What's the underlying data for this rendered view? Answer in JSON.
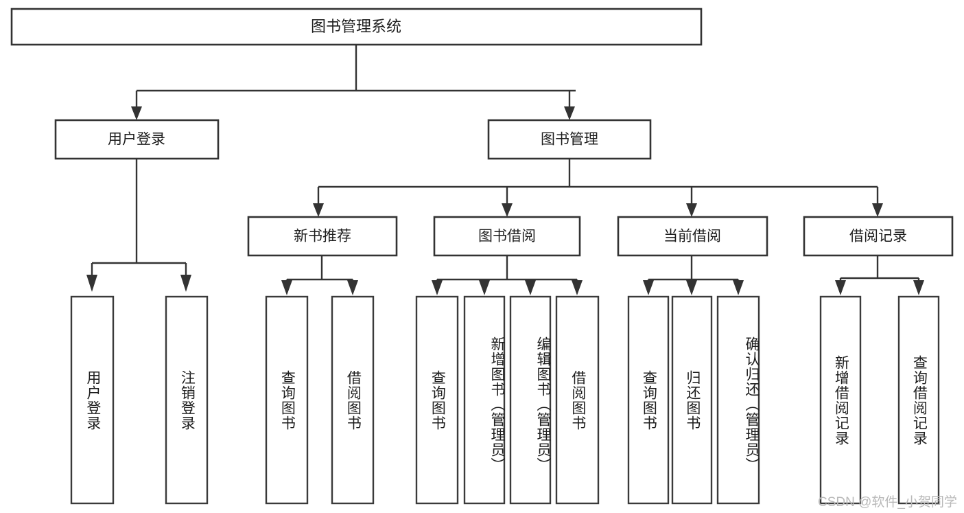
{
  "diagram": {
    "title": "图书管理系统",
    "watermark": "CSDN @软件_小贺同学",
    "type": "tree-hierarchy-diagram",
    "colors": {
      "background": "#ffffff",
      "box_border": "#333333",
      "box_fill": "#ffffff",
      "text": "#1d1d1d",
      "connector": "#333333",
      "watermark": "#b9b9b9"
    },
    "root": {
      "label": "图书管理系统"
    },
    "level1": [
      {
        "label": "用户登录"
      },
      {
        "label": "图书管理"
      }
    ],
    "level2": [
      {
        "label": "新书推荐"
      },
      {
        "label": "图书借阅"
      },
      {
        "label": "当前借阅"
      },
      {
        "label": "借阅记录"
      }
    ],
    "leaves": {
      "user_login": [
        {
          "label": "用户登录"
        },
        {
          "label": "注销登录"
        }
      ],
      "new_book_recommend": [
        {
          "label": "查询图书"
        },
        {
          "label": "借阅图书"
        }
      ],
      "book_borrow": [
        {
          "label": "查询图书"
        },
        {
          "label": "新增图书（管理员）"
        },
        {
          "label": "编辑图书（管理员）"
        },
        {
          "label": "借阅图书"
        }
      ],
      "current_borrow": [
        {
          "label": "查询图书"
        },
        {
          "label": "归还图书"
        },
        {
          "label": "确认归还（管理员）"
        }
      ],
      "borrow_record": [
        {
          "label": "新增借阅记录"
        },
        {
          "label": "查询借阅记录"
        }
      ]
    }
  }
}
